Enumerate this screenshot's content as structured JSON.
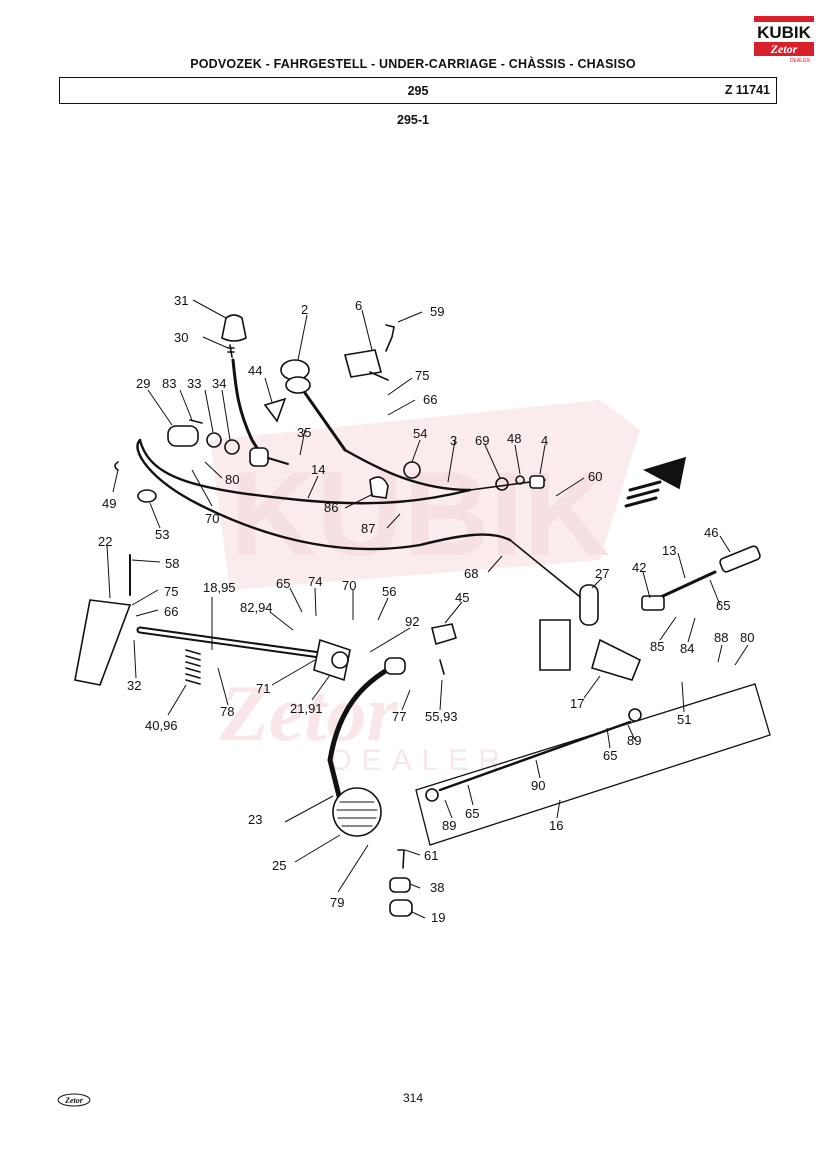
{
  "header": {
    "title": "PODVOZEK - FAHRGESTELL - UNDER-CARRIAGE - CHÀSSIS - CHASISO",
    "group_number": "295",
    "drawing_code": "Z 11741"
  },
  "subgroup": "295-1",
  "brand": {
    "name": "KUBIK",
    "sub": "Zetor",
    "tag": "DEALER",
    "color": "#d8202a"
  },
  "watermark_color": "#f3cdd0",
  "callouts": [
    "31",
    "2",
    "6",
    "59",
    "30",
    "44",
    "75",
    "66",
    "29",
    "83",
    "33",
    "34",
    "35",
    "54",
    "3",
    "69",
    "48",
    "4",
    "80",
    "60",
    "49",
    "70",
    "14",
    "86",
    "87",
    "53",
    "22",
    "58",
    "68",
    "46",
    "13",
    "27",
    "42",
    "75",
    "66",
    "18,95",
    "65",
    "74",
    "70",
    "56",
    "45",
    "65",
    "82,94",
    "92",
    "85",
    "84",
    "88",
    "80",
    "32",
    "71",
    "21,91",
    "77",
    "55,93",
    "17",
    "51",
    "40,96",
    "78",
    "89",
    "65",
    "90",
    "23",
    "89",
    "65",
    "16",
    "61",
    "25",
    "38",
    "79",
    "19"
  ],
  "footer": {
    "page_number": "314",
    "logo_text": "Zetor"
  }
}
